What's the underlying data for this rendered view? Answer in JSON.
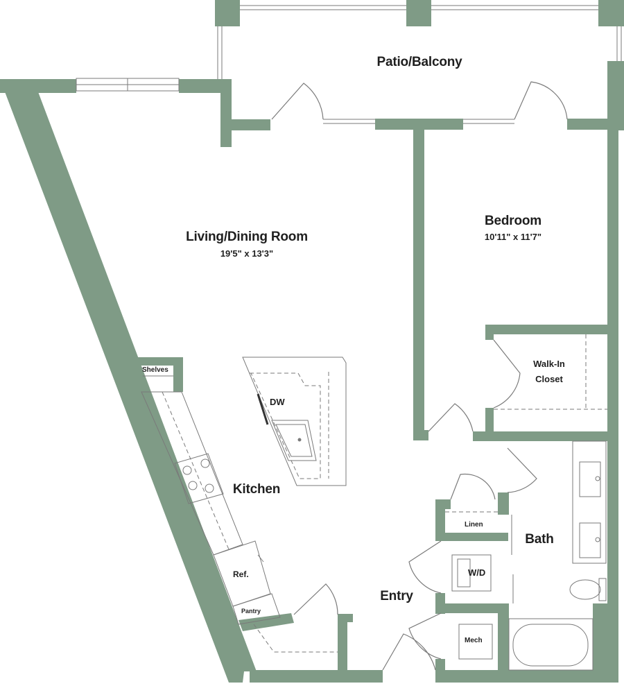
{
  "plan": {
    "wall_color": "#7f9b86",
    "line_color": "#7a7a7a",
    "rooms": {
      "patio": {
        "label": "Patio/Balcony"
      },
      "living": {
        "label": "Living/Dining Room",
        "dims": "19'5\" x 13'3\""
      },
      "bedroom": {
        "label": "Bedroom",
        "dims": "10'11\" x 11'7\""
      },
      "closet": {
        "label_line1": "Walk-In",
        "label_line2": "Closet"
      },
      "kitchen": {
        "label": "Kitchen"
      },
      "bath": {
        "label": "Bath"
      },
      "entry": {
        "label": "Entry"
      }
    },
    "fixtures": {
      "shelves": "Shelves",
      "dw": "DW",
      "ref": "Ref.",
      "pantry": "Pantry",
      "linen": "Linen",
      "wd": "W/D",
      "mech": "Mech"
    }
  }
}
